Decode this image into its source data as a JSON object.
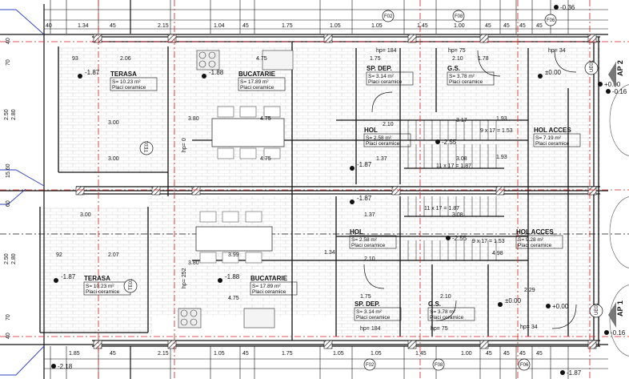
{
  "plan": {
    "upper_rooms": [
      {
        "name": "TERASA",
        "area": "S= 10.23 m²",
        "finish": "Placi ceramice",
        "level": "-1.87"
      },
      {
        "name": "BUCATARIE",
        "area": "S= 17.89 m²",
        "finish": "Placi ceramice",
        "level": "-1.88"
      },
      {
        "name": "SP. DEP.",
        "area": "S= 3.14 m²",
        "finish": "Placi ceramice",
        "level": ""
      },
      {
        "name": "G.S.",
        "area": "S= 3.78 m²",
        "finish": "Placi ceramice",
        "level": ""
      },
      {
        "name": "HOL",
        "area": "S= 2.58 m²",
        "finish": "Placi ceramice",
        "level": "-1.87"
      },
      {
        "name": "HOL ACCES",
        "area": "S= 7.19 m²",
        "finish": "Placi ceramice",
        "level": "±0.00"
      }
    ],
    "lower_rooms": [
      {
        "name": "TERASA",
        "area": "S= 10.23 m²",
        "finish": "Placi ceramice",
        "level": "-1.87"
      },
      {
        "name": "BUCATARIE",
        "area": "S= 17.89 m²",
        "finish": "Placi ceramice",
        "level": "-1.88"
      },
      {
        "name": "HOL",
        "area": "S= 2.58 m²",
        "finish": "Placi ceramice",
        "level": "-1.87"
      },
      {
        "name": "HOL ACCES",
        "area": "S= 9.28 m²",
        "finish": "Placi ceramice",
        "level": "±0.00"
      },
      {
        "name": "SP. DEP.",
        "area": "S= 3.14 m²",
        "finish": "Placi ceramice",
        "level": ""
      },
      {
        "name": "G.S.",
        "area": "S= 3.78 m²",
        "finish": "Placi ceramice",
        "level": ""
      }
    ],
    "top_dimensions": [
      "40",
      "1.34",
      "45",
      "2.15",
      "1.04",
      "45",
      "1.75",
      "1.05",
      "1.05",
      "1.45",
      "1.00",
      "45",
      "45",
      "45",
      "45"
    ],
    "bottom_dimensions": [
      "1.85",
      "45",
      "2.15",
      "1.05",
      "45",
      "1.75",
      "1.05",
      "1.05",
      "1.45",
      "1.00",
      "45",
      "45",
      "45",
      "45"
    ],
    "left_dimensions": [
      "40",
      "70",
      "2.50",
      "2.80",
      "15.60",
      "60",
      "2.50",
      "2.80",
      "70",
      "40"
    ],
    "inner_dimensions": [
      "93",
      "2.06",
      "4.75",
      "4.75",
      "4.75",
      "3.00",
      "3.00",
      "3.80",
      "1.75",
      "2.10",
      "1.78",
      "2.10",
      "3.17",
      "1.93",
      "1.93",
      "1.37",
      "3.08",
      "9 x 17 = 1.53",
      "11 x 17 = 1.87",
      "3.00",
      "92",
      "2.07",
      "3.99",
      "4.75",
      "3.80",
      "1.34",
      "2.10",
      "1.37",
      "3.08",
      "4.98",
      "1.75",
      "2.10",
      "2.29",
      "11 x 17 = 1.87",
      "9 x 17 = 1.53"
    ],
    "sill_heights": [
      "hp= 184",
      "hp= 75",
      "hp= 34",
      "hp= 184",
      "hp= 75",
      "hp= 34",
      "hp= 0",
      "hp= 252"
    ],
    "elevations": [
      "-0.36",
      "+0.00",
      "-0.16",
      "-2.55",
      "-2.55",
      "+0.00",
      "-0.16",
      "-2.18",
      "-1.87"
    ],
    "window_marks": [
      "F02",
      "F08",
      "F06",
      "F02",
      "F08",
      "F06"
    ],
    "door_marks": [
      "TE01",
      "UE01",
      "TE01",
      "UE01"
    ],
    "apartments": [
      "AP 2",
      "AP 1"
    ]
  },
  "colors": {
    "wall": "#111111",
    "grid_red": "#d02020",
    "brick": "#c8c8c8",
    "hatch": "#b03030",
    "annotation_blue": "#3040c0"
  }
}
